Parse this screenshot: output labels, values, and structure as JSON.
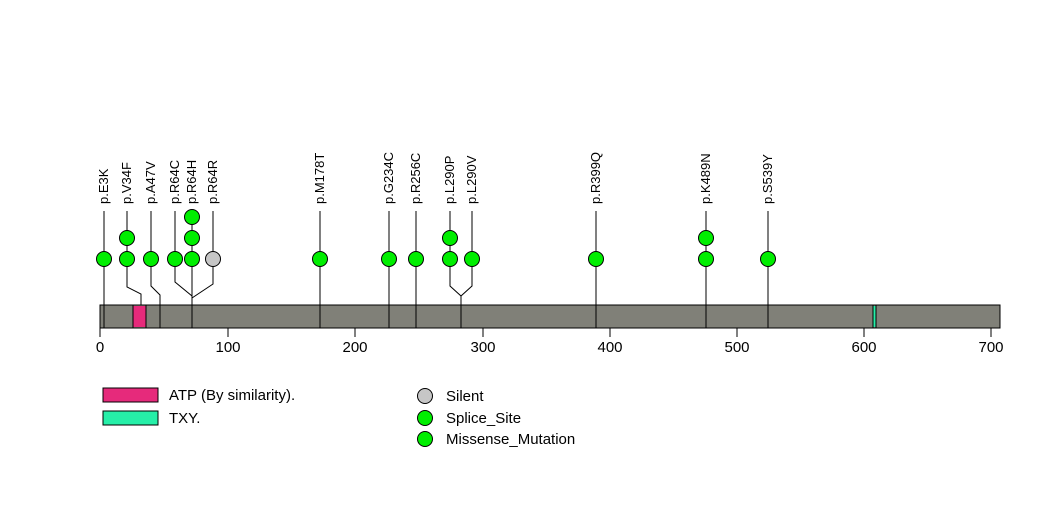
{
  "chart_data": {
    "type": "lollipop",
    "title": "",
    "xlabel": "",
    "ylabel": "",
    "xlim": [
      0,
      718
    ],
    "axis_ticks": [
      0,
      100,
      200,
      300,
      400,
      500,
      600,
      700
    ],
    "protein_length": 718,
    "grid": false,
    "legend_position": "bottom",
    "protein_bar": {
      "color": "#808078",
      "outline": "#000000",
      "start": 0,
      "end": 718
    },
    "domains": [
      {
        "name": "ATP (By similarity).",
        "color": "#E62A7B",
        "start": 26,
        "end": 36
      },
      {
        "name": "TXY.",
        "color": "#26EFA8",
        "start": 625,
        "end": 627
      }
    ],
    "domain_separators": [
      3,
      34,
      47,
      64,
      178,
      234,
      256,
      290,
      399,
      489,
      539
    ],
    "mutations": [
      {
        "label": "p.E3K",
        "position": 3,
        "count": 1,
        "types": [
          "Missense_Mutation"
        ]
      },
      {
        "label": "p.V34F",
        "position": 34,
        "count": 2,
        "types": [
          "Missense_Mutation",
          "Missense_Mutation"
        ]
      },
      {
        "label": "p.A47V",
        "position": 47,
        "count": 1,
        "types": [
          "Missense_Mutation"
        ]
      },
      {
        "label": "p.R64C",
        "position": 64,
        "count": 1,
        "types": [
          "Missense_Mutation"
        ]
      },
      {
        "label": "p.R64H",
        "position": 64,
        "count": 3,
        "types": [
          "Missense_Mutation",
          "Missense_Mutation",
          "Missense_Mutation"
        ]
      },
      {
        "label": "p.R64R",
        "position": 64,
        "count": 1,
        "types": [
          "Silent"
        ]
      },
      {
        "label": "p.M178T",
        "position": 178,
        "count": 1,
        "types": [
          "Missense_Mutation"
        ]
      },
      {
        "label": "p.G234C",
        "position": 234,
        "count": 1,
        "types": [
          "Missense_Mutation"
        ]
      },
      {
        "label": "p.R256C",
        "position": 256,
        "count": 1,
        "types": [
          "Missense_Mutation"
        ]
      },
      {
        "label": "p.L290P",
        "position": 290,
        "count": 2,
        "types": [
          "Missense_Mutation",
          "Missense_Mutation"
        ]
      },
      {
        "label": "p.L290V",
        "position": 290,
        "count": 1,
        "types": [
          "Missense_Mutation"
        ]
      },
      {
        "label": "p.R399Q",
        "position": 399,
        "count": 1,
        "types": [
          "Missense_Mutation"
        ]
      },
      {
        "label": "p.K489N",
        "position": 489,
        "count": 2,
        "types": [
          "Missense_Mutation",
          "Missense_Mutation"
        ]
      },
      {
        "label": "p.S539Y",
        "position": 539,
        "count": 1,
        "types": [
          "Missense_Mutation"
        ]
      }
    ],
    "mutation_type_colors": {
      "Silent": "#C6C6C6",
      "Splice_Site": "#00EE00",
      "Missense_Mutation": "#00EE00"
    }
  },
  "mutation_labels": [
    "p.E3K",
    "p.V34F",
    "p.A47V",
    "p.R64C",
    "p.R64H",
    "p.R64R",
    "p.M178T",
    "p.G234C",
    "p.R256C",
    "p.L290P",
    "p.L290V",
    "p.R399Q",
    "p.K489N",
    "p.S539Y"
  ],
  "axis": {
    "tick_labels": [
      "0",
      "100",
      "200",
      "300",
      "400",
      "500",
      "600",
      "700"
    ]
  },
  "legend": {
    "domains": [
      {
        "label": "ATP (By similarity).",
        "color": "#E62A7B"
      },
      {
        "label": "TXY.",
        "color": "#26EFA8"
      }
    ],
    "mutation_types": [
      {
        "label": "Silent",
        "color": "#C6C6C6"
      },
      {
        "label": "Splice_Site",
        "color": "#00EE00"
      },
      {
        "label": "Missense_Mutation",
        "color": "#00EE00"
      }
    ]
  }
}
